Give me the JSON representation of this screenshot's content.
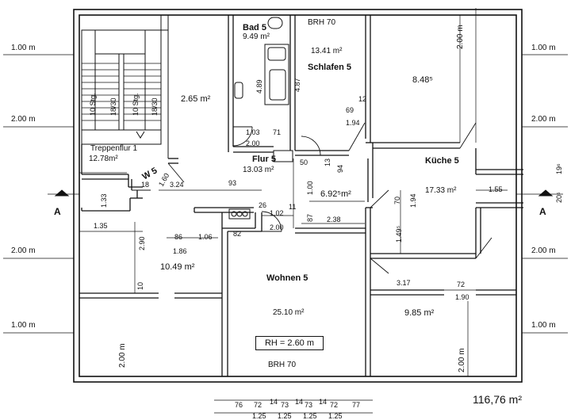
{
  "rooms": {
    "bad": {
      "name": "Bad 5",
      "area": "9.49 m²"
    },
    "schlafen": {
      "name": "Schlafen 5",
      "area": "13.41 m²",
      "brh": "BRH 70"
    },
    "kueche": {
      "name": "Küche 5",
      "area": "17.33 m²"
    },
    "flur": {
      "name": "Flur 5",
      "area": "13.03 m²"
    },
    "wohnen": {
      "name": "Wohnen 5",
      "area": "25.10 m²",
      "brh": "BRH 70",
      "rh": "RH = 2.60 m"
    },
    "treppenflur": {
      "name": "Treppenflur 1",
      "area": "12.78m²"
    },
    "wc": {
      "name": "W 5"
    }
  },
  "areas": {
    "a1": "2.65 m²",
    "a2": "8.48⁵",
    "a3": "6.92⁵m²",
    "a4": "10.49 m²",
    "a5": "9.85 m²"
  },
  "stairs": {
    "s1": "10 Stg.",
    "s2": "18/30",
    "s3": "10 Stg.",
    "s4": "18/30"
  },
  "levels": {
    "l1": "1.00 m",
    "l2": "2.00 m",
    "l3": "2.00 m",
    "l4": "1.00 m",
    "r1": "1.00 m",
    "r2": "2.00 m",
    "r3": "2.00 m",
    "r4": "1.00 m",
    "v1": "2.00 m",
    "v2": "2.00 m",
    "v3": "2.00 m"
  },
  "dims": {
    "d489": "4.89",
    "d487": "4.87",
    "d69": "69",
    "d12": "12",
    "d194a": "1.94",
    "d103": "1.03",
    "d71": "71",
    "d200a": "2.00",
    "d50": "50",
    "d13": "13",
    "d94": "94",
    "d100": "1.00",
    "d160": "1.60",
    "d18": "18",
    "d324": "3.24",
    "d93": "93",
    "d133": "1.33",
    "d135": "1.35",
    "d26": "26",
    "d102": "1.02",
    "d11": "11",
    "d87": "87",
    "d238": "2.38",
    "d200b": "2.00",
    "d82": "82",
    "d290": "2.90",
    "d86": "86",
    "d106": "1.06",
    "d186": "1.86",
    "d10": "10",
    "d70": "70",
    "d194b": "1.94",
    "d155": "1.55",
    "d149": "1.49⁵",
    "d317": "3.17",
    "d72": "72",
    "d190": "1.90",
    "d196": "19⁶",
    "d205": "20⁵"
  },
  "section": {
    "left": "A",
    "right": "A"
  },
  "total_area": "116,76 m²",
  "bottom_dims": {
    "top": [
      "76",
      "72",
      "14",
      "73",
      "14",
      "73",
      "14",
      "72",
      "77"
    ],
    "bottom": [
      "1.25",
      "1.25",
      "1.25",
      "1.25"
    ]
  }
}
